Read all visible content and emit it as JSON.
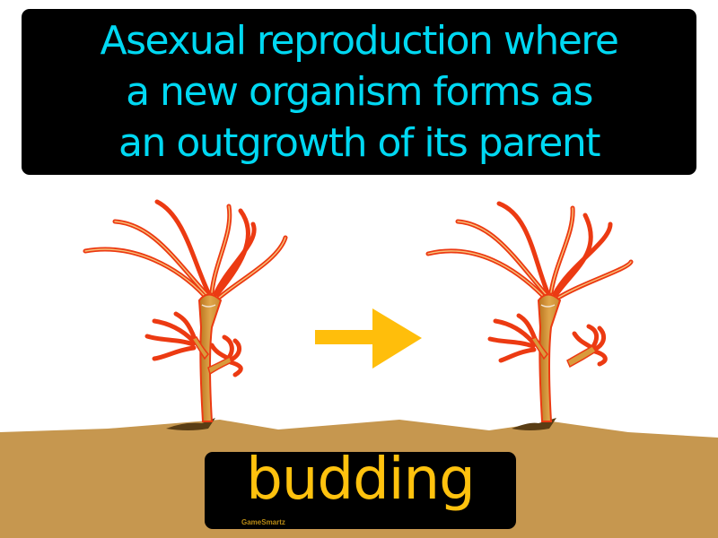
{
  "definition": {
    "lines": [
      "Asexual reproduction where",
      "a new organism forms as",
      "an outgrowth of its parent"
    ],
    "text_color": "#00d8f2",
    "background": "#000000"
  },
  "term": {
    "word": "budding",
    "text_color": "#ffc20e",
    "background": "#000000"
  },
  "brand": {
    "label": "GameSmartz"
  },
  "illustration": {
    "left_figure": "hydra with attached bud",
    "arrow": "right-arrow",
    "right_figure": "hydra with detaching bud",
    "arrow_color": "#ffbe0b",
    "ground_color": "#c6974f",
    "body_color": "#d99a3c",
    "outline_color": "#ec3a12"
  }
}
